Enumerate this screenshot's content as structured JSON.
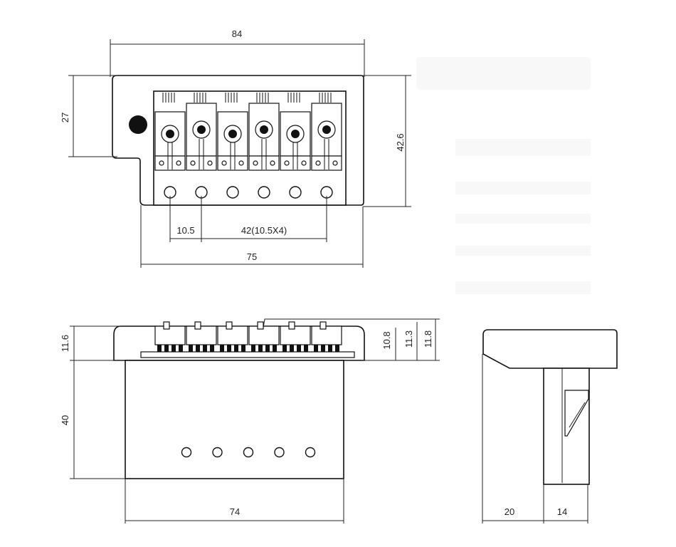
{
  "drawing": {
    "title": "",
    "views": {
      "top": {
        "overall_width": "84",
        "front_height": "27",
        "overall_height": "42.6",
        "string_spacing_single": "10.5",
        "string_spacing_total": "42(10.5X4)",
        "base_width": "75",
        "saddle_count": 6
      },
      "front": {
        "plate_height": "11.6",
        "block_height": "40",
        "block_width": "74",
        "saddle_height_1": "10.8",
        "saddle_height_2": "11.3",
        "saddle_height_3": "11.8",
        "block_hole_count": 5
      },
      "side": {
        "plate_depth": "20",
        "block_depth": "14"
      }
    },
    "colors": {
      "line": "#111111",
      "background": "#ffffff"
    }
  }
}
